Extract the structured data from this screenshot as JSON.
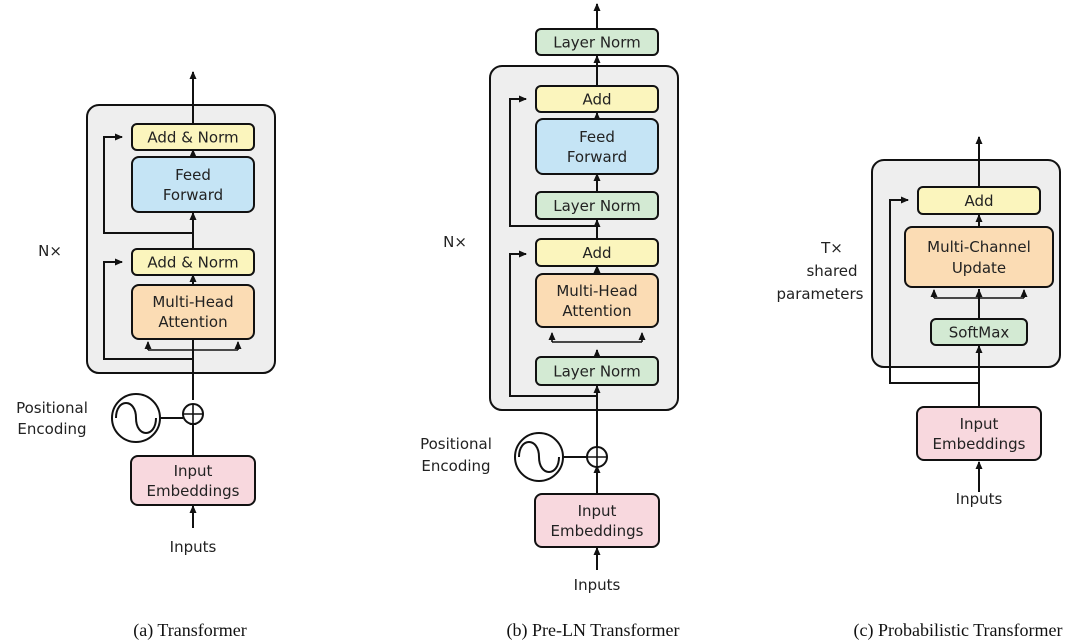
{
  "colors": {
    "add_norm": "#fbf5bd",
    "feed_forward": "#c5e4f5",
    "attention": "#fbdcb4",
    "embeddings": "#f8d8de",
    "layer_norm": "#d3ead3",
    "container": "#eeeeee"
  },
  "transformer": {
    "caption": "(a) Transformer",
    "nx": "N×",
    "add_norm_top": "Add & Norm",
    "feed_forward_1": "Feed",
    "feed_forward_2": "Forward",
    "add_norm_bottom": "Add & Norm",
    "attention_1": "Multi-Head",
    "attention_2": "Attention",
    "positional_1": "Positional",
    "positional_2": "Encoding",
    "embeddings_1": "Input",
    "embeddings_2": "Embeddings",
    "inputs": "Inputs"
  },
  "preln": {
    "caption": "(b) Pre-LN Transformer",
    "nx": "N×",
    "final_norm": "Layer Norm",
    "add_top": "Add",
    "feed_forward_1": "Feed",
    "feed_forward_2": "Forward",
    "norm_mid": "Layer Norm",
    "add_bottom": "Add",
    "attention_1": "Multi-Head",
    "attention_2": "Attention",
    "norm_bottom": "Layer Norm",
    "positional_1": "Positional",
    "positional_2": "Encoding",
    "embeddings_1": "Input",
    "embeddings_2": "Embeddings",
    "inputs": "Inputs"
  },
  "prob": {
    "caption": "(c) Probabilistic Transformer",
    "tx_1": "T×",
    "tx_2": "shared",
    "tx_3": "parameters",
    "add": "Add",
    "update_1": "Multi-Channel",
    "update_2": "Update",
    "softmax": "SoftMax",
    "embeddings_1": "Input",
    "embeddings_2": "Embeddings",
    "inputs": "Inputs"
  }
}
